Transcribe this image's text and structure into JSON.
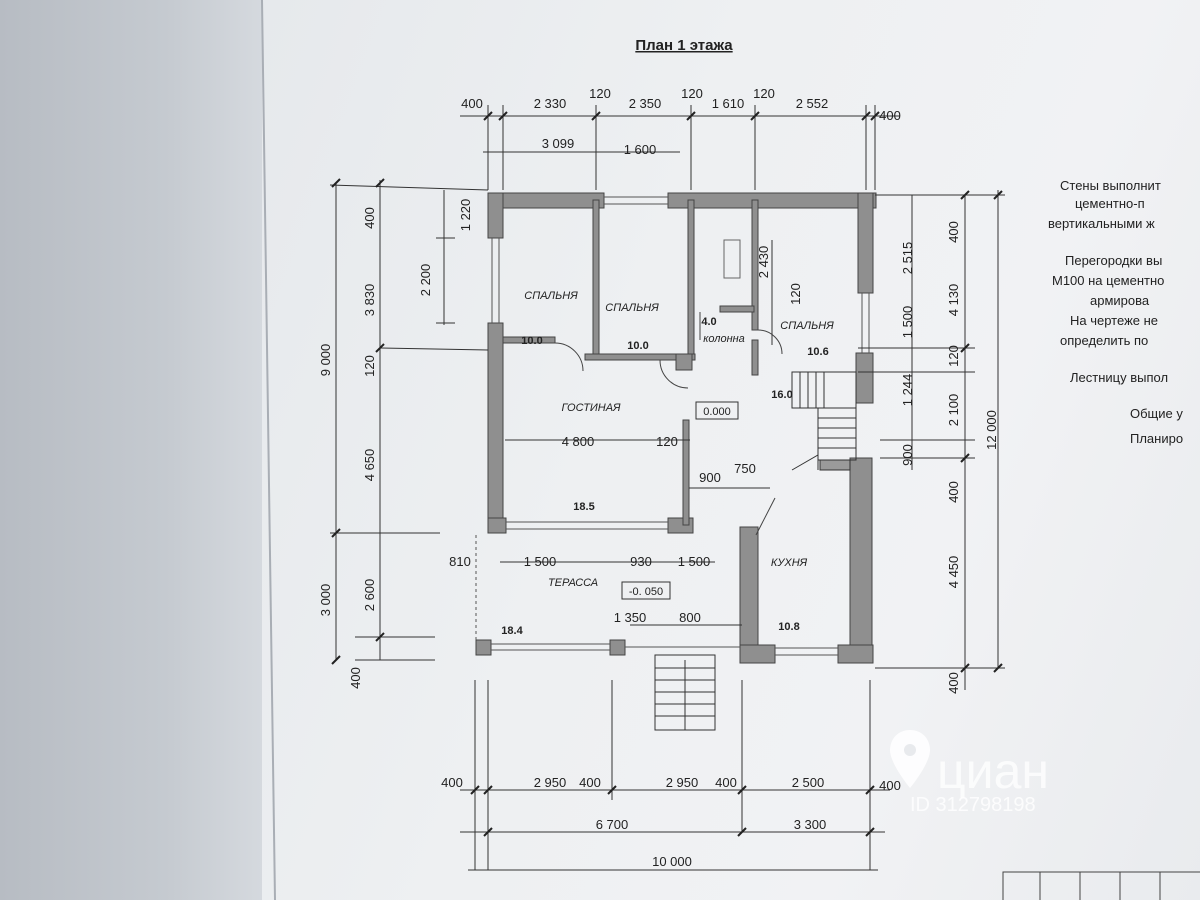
{
  "title": "План 1 этажа",
  "rooms": {
    "bedroom1": "СПАЛЬНЯ",
    "bedroom2": "СПАЛЬНЯ",
    "bedroom3": "СПАЛЬНЯ",
    "living": "ГОСТИНАЯ",
    "kitchen": "КУХНЯ",
    "terrace": "ТЕРАССА",
    "column": "колонна"
  },
  "areas": {
    "bedroom1": "10.0",
    "bedroom2": "10.0",
    "bath": "4.0",
    "bedroom3": "10.6",
    "stair": "16.0",
    "living": "18.5",
    "terrace": "18.4",
    "kitchen": "10.8"
  },
  "levels": {
    "main": "0.000",
    "terrace": "-0. 050"
  },
  "dims_top": [
    "400",
    "2 330",
    "120",
    "2 350",
    "120",
    "1 610",
    "120",
    "2 552",
    "400"
  ],
  "dims_top2": [
    "3 099",
    "1 600"
  ],
  "dims_bottom1": [
    "400",
    "2 950",
    "400",
    "2 950",
    "400",
    "2 500",
    "400"
  ],
  "dims_bottom2": [
    "6 700",
    "3 300"
  ],
  "dims_bottom3": "10 000",
  "dims_left_outer": [
    "9 000",
    "3 000",
    "400"
  ],
  "dims_left_mid": [
    "400",
    "3 830",
    "120",
    "4 650",
    "2 600"
  ],
  "dims_left_inner": [
    "1 220",
    "2 200"
  ],
  "dims_right_outer": "12 000",
  "dims_right_mid": [
    "400",
    "4 130",
    "120",
    "2 100",
    "400",
    "4 450",
    "400"
  ],
  "dims_right_inner": [
    "2 515",
    "1 500",
    "1 244",
    "900"
  ],
  "dims_interior": {
    "a2430": "2 430",
    "a120a": "120",
    "w4800": "4 800",
    "a120b": "120",
    "w900": "900",
    "w750": "750",
    "t810": "810",
    "t1500a": "1 500",
    "t930": "930",
    "t1500b": "1 500",
    "t1350": "1 350",
    "t800": "800"
  },
  "notes": [
    "Стены выполнит",
    "цементно-п",
    "вертикальными ж",
    "Перегородки вы",
    "М100 на цементно",
    "армирова",
    "На чертеже не",
    "определить по",
    "Лестницу выпол",
    "Общие у",
    "Планиро"
  ],
  "watermark": {
    "brand": "циан",
    "id": "ID 312798198"
  },
  "colors": {
    "wall": "#8f8f8f",
    "line": "#333333",
    "paper": "#eef0f2"
  }
}
